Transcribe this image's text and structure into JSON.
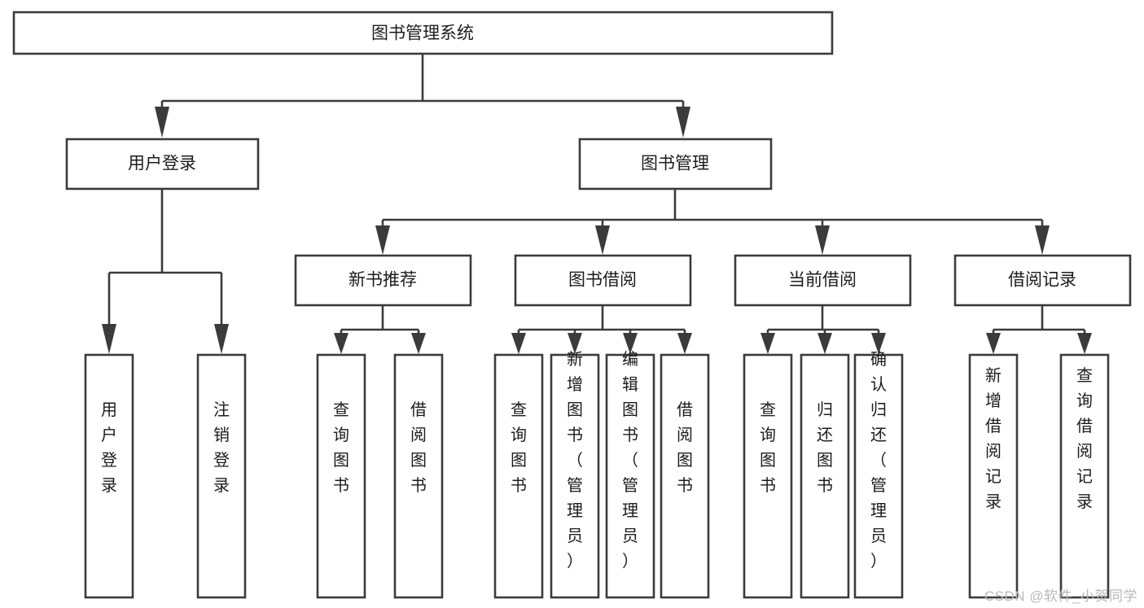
{
  "diagram": {
    "title": "图书管理系统",
    "type": "tree-hierarchy",
    "watermark": "CSDN @软件_小贺同学",
    "root": {
      "label": "图书管理系统"
    },
    "level2": [
      {
        "label": "用户登录"
      },
      {
        "label": "图书管理"
      }
    ],
    "level3": [
      {
        "label": "新书推荐"
      },
      {
        "label": "图书借阅"
      },
      {
        "label": "当前借阅"
      },
      {
        "label": "借阅记录"
      }
    ],
    "leaves": {
      "user_login": [
        {
          "label": "用户登录"
        },
        {
          "label": "注销登录"
        }
      ],
      "new_book_recommend": [
        {
          "label": "查询图书"
        },
        {
          "label": "借阅图书"
        }
      ],
      "book_borrow": [
        {
          "label": "查询图书"
        },
        {
          "label": "新增图书（管理员）"
        },
        {
          "label": "编辑图书（管理员）"
        },
        {
          "label": "借阅图书"
        }
      ],
      "current_borrow": [
        {
          "label": "查询图书"
        },
        {
          "label": "归还图书"
        },
        {
          "label": "确认归还（管理员）"
        }
      ],
      "borrow_record": [
        {
          "label": "新增借阅记录"
        },
        {
          "label": "查询借阅记录"
        }
      ]
    },
    "colors": {
      "stroke": "#3b3b3b",
      "fill": "#ffffff",
      "text": "#1c1c1c",
      "watermark": "#b9b9b9"
    }
  }
}
